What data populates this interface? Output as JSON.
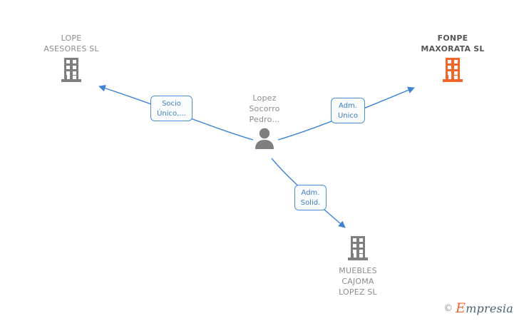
{
  "graph": {
    "nodes": [
      {
        "id": "lope",
        "label": "LOPE\nASESORES SL",
        "icon": "building-icon",
        "icon_color": "#7f7f7f",
        "text_color": "#8c8c8c",
        "emphasis": "normal",
        "label_position": "above"
      },
      {
        "id": "fonpe",
        "label": "FONPE\nMAXORATA SL",
        "icon": "building-icon",
        "icon_color": "#f4652b",
        "text_color": "#575757",
        "emphasis": "bold",
        "label_position": "above"
      },
      {
        "id": "person",
        "label": "Lopez\nSocorro\nPedro...",
        "icon": "person-icon",
        "icon_color": "#7f7f7f",
        "text_color": "#8c8c8c",
        "emphasis": "normal",
        "label_position": "above"
      },
      {
        "id": "muebles",
        "label": "MUEBLES\nCAJOMA\nLOPEZ SL",
        "icon": "building-icon",
        "icon_color": "#7f7f7f",
        "text_color": "#8c8c8c",
        "emphasis": "normal",
        "label_position": "below"
      }
    ],
    "edges": [
      {
        "id": "edge-socio",
        "from": "person",
        "to": "lope",
        "label": "Socio\nÚnico,...",
        "color": "#4a90d9"
      },
      {
        "id": "edge-adm-unico",
        "from": "person",
        "to": "fonpe",
        "label": "Adm.\nUnico",
        "color": "#4a90d9"
      },
      {
        "id": "edge-adm-solid",
        "from": "person",
        "to": "muebles",
        "label": "Adm.\nSolid.",
        "color": "#4a90d9"
      }
    ]
  },
  "watermark": {
    "copyright": "©",
    "brand_cap": "E",
    "brand_rest": "mpresia"
  }
}
